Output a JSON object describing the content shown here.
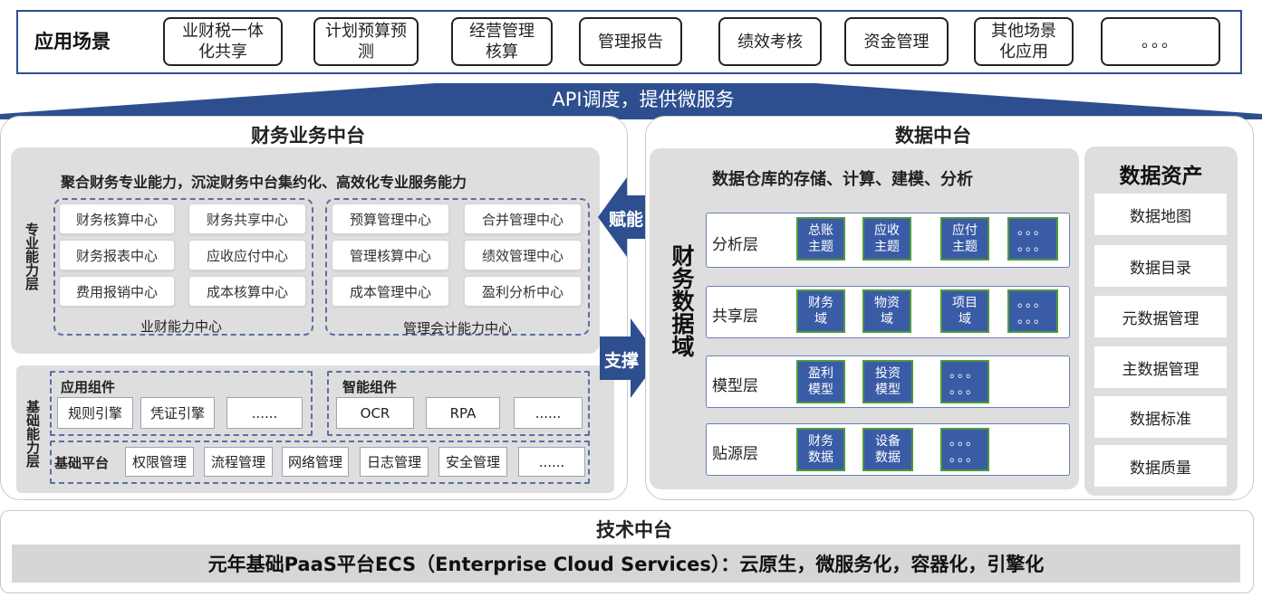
{
  "scenario": {
    "title": "应用场景",
    "items": [
      "业财税一体\n化共享",
      "计划预算预\n测",
      "经营管理\n核算",
      "管理报告",
      "绩效考核",
      "资金管理",
      "其他场景\n化应用",
      "。。。"
    ]
  },
  "api": {
    "label": "API调度，提供微服务"
  },
  "finance": {
    "title": "财务业务中台",
    "subtitle": "聚合财务专业能力，沉淀财务中台集约化、高效化专业服务能力",
    "pro_layer_label": "专业能力层",
    "group1": {
      "label": "业财能力中心",
      "items": [
        "财务核算中心",
        "财务共享中心",
        "财务报表中心",
        "应收应付中心",
        "费用报销中心",
        "成本核算中心"
      ]
    },
    "group2": {
      "label": "管理会计能力中心",
      "items": [
        "预算管理中心",
        "合并管理中心",
        "管理核算中心",
        "绩效管理中心",
        "成本管理中心",
        "盈利分析中心"
      ]
    },
    "base_layer_label": "基础能力层",
    "app_components": {
      "label": "应用组件",
      "items": [
        "规则引擎",
        "凭证引擎",
        "......"
      ]
    },
    "smart_components": {
      "label": "智能组件",
      "items": [
        "OCR",
        "RPA",
        "......"
      ]
    },
    "base_platform": {
      "label": "基础平台",
      "items": [
        "权限管理",
        "流程管理",
        "网络管理",
        "日志管理",
        "安全管理",
        "......"
      ]
    }
  },
  "arrows": {
    "empower": "赋能",
    "support": "支撑"
  },
  "data_platform": {
    "title": "数据中台",
    "subtitle": "数据仓库的存储、计算、建模、分析",
    "domain_label": "财务数据域",
    "layers": [
      {
        "name": "分析层",
        "boxes": [
          "总账\n主题",
          "应收\n主题",
          "应付\n主题",
          "。。。\n。。。"
        ]
      },
      {
        "name": "共享层",
        "boxes": [
          "财务\n域",
          "物资\n域",
          "项目\n域",
          "。。。\n。。。"
        ]
      },
      {
        "name": "模型层",
        "boxes": [
          "盈利\n模型",
          "投资\n模型",
          "。。。\n。。。"
        ]
      },
      {
        "name": "贴源层",
        "boxes": [
          "财务\n数据",
          "设备\n数据",
          "。。。\n。。。"
        ]
      }
    ],
    "assets": {
      "title": "数据资产",
      "items": [
        "数据地图",
        "数据目录",
        "元数据管理",
        "主数据管理",
        "数据标准",
        "数据质量"
      ]
    }
  },
  "tech": {
    "title": "技术中台",
    "banner": "元年基础PaaS平台ECS（Enterprise Cloud Services）：云原生，微服务化，容器化，引擎化"
  },
  "colors": {
    "primary_blue": "#2e4f8f",
    "box_blue": "#3a5ba6",
    "green_border": "#4e9a3a",
    "panel_gray": "#dedede"
  }
}
